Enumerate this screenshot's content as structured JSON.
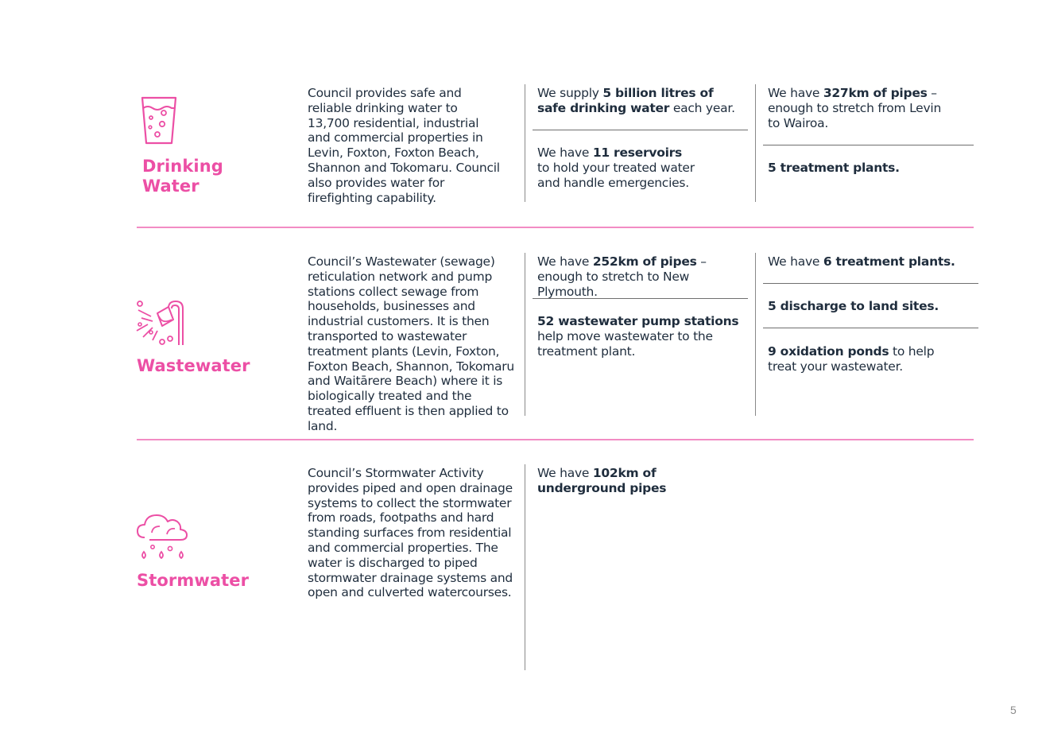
{
  "sections": [
    {
      "title_line1": "Drinking",
      "title_line2": "Water",
      "icon": "water-glass-icon",
      "description": "Council provides safe and reliable drinking water to 13,700 residential, industrial and commercial properties in Levin, Foxton, Foxton Beach, Shannon and Tokomaru. Council also provides water for firefighting capability.",
      "col2": [
        {
          "pre": "We supply ",
          "bold": "5 billion litres of safe drinking water",
          "post": " each year."
        },
        {
          "pre": "We have ",
          "bold": "11 reservoirs",
          "post": " to hold your treated water and handle emergencies."
        }
      ],
      "col3": [
        {
          "pre": "We have ",
          "bold": "327km of pipes",
          "post": " – enough to stretch from Levin to Wairoa."
        },
        {
          "pre": "",
          "bold": "5 treatment plants.",
          "post": ""
        }
      ]
    },
    {
      "title_line1": "Wastewater",
      "icon": "shower-icon",
      "description": "Council’s Wastewater (sewage) reticulation network and pump stations collect sewage from households, businesses and industrial customers. It is then transported to wastewater treatment plants (Levin, Foxton, Foxton Beach, Shannon, Tokomaru and Waitārere Beach) where it is biologically treated and the treated effluent is then applied to land.",
      "col2": [
        {
          "pre": "We have ",
          "bold": "252km of pipes",
          "post": " – enough to stretch to New Plymouth."
        },
        {
          "pre": "",
          "bold": "52 wastewater pump stations",
          "post": " help move wastewater to the treatment plant."
        }
      ],
      "col3": [
        {
          "pre": "We have ",
          "bold": "6 treatment plants.",
          "post": ""
        },
        {
          "pre": "",
          "bold": "5 discharge to land sites.",
          "post": ""
        },
        {
          "pre": "",
          "bold": "9 oxidation ponds",
          "post": " to help treat your wastewater."
        }
      ]
    },
    {
      "title_line1": "Stormwater",
      "icon": "rain-cloud-icon",
      "description": "Council’s Stormwater Activity provides piped and open drainage systems to collect the stormwater from roads, footpaths and hard standing surfaces from residential and commercial properties. The water is discharged to piped stormwater drainage systems and open and culverted watercourses.",
      "col2": [
        {
          "pre": "We have ",
          "bold": "102km of underground pipes",
          "post": ""
        }
      ]
    }
  ],
  "page_number": "5",
  "colors": {
    "accent": "#ec4fa5",
    "divider": "#f28cc4",
    "text": "#1f2d3d"
  }
}
